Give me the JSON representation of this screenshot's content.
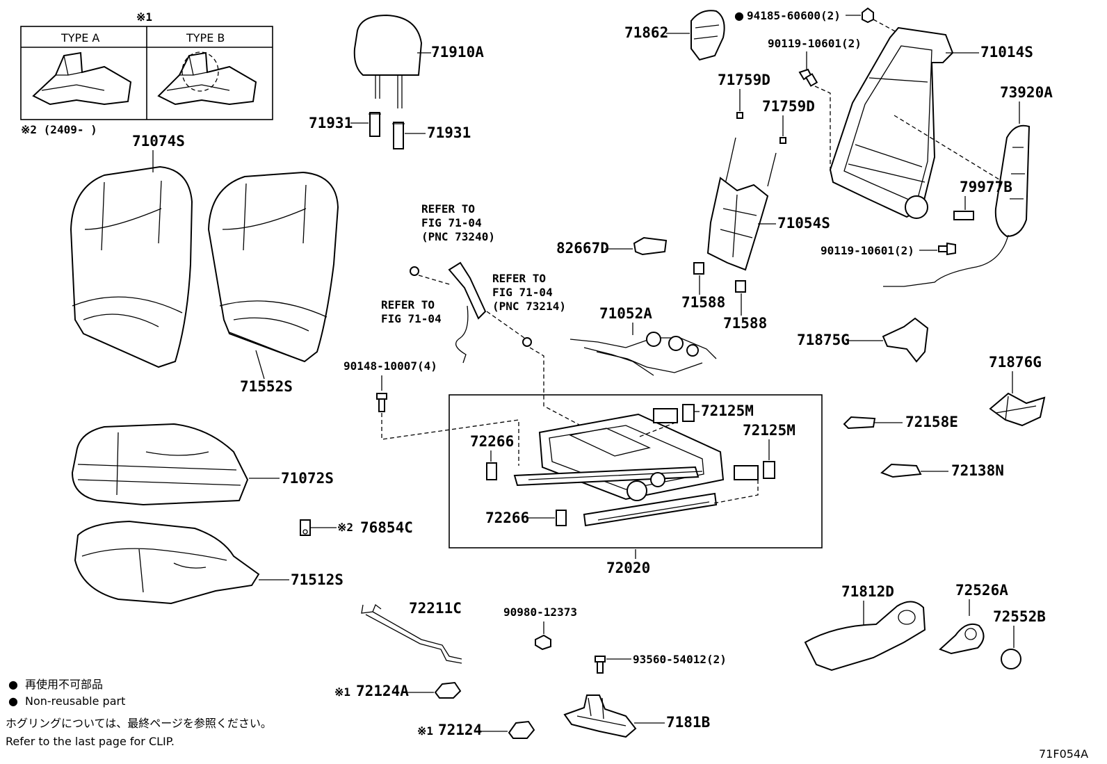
{
  "type_table": {
    "mark": "※1",
    "type_a": "TYPE A",
    "type_b": "TYPE B",
    "period": "※2 (2409-      )"
  },
  "parts": {
    "p71074S": "71074S",
    "p71552S": "71552S",
    "p71072S": "71072S",
    "p76854C": "76854C",
    "mark76854C": "※2",
    "p71512S": "71512S",
    "p72211C": "72211C",
    "p72124A": "72124A",
    "mark72124A": "※1",
    "p72124": "72124",
    "mark72124": "※1",
    "p71910A": "71910A",
    "p71931a": "71931",
    "p71931b": "71931",
    "p90148": "90148-10007(4)",
    "p72266a": "72266",
    "p72266b": "72266",
    "p72125Ma": "72125M",
    "p72125Mb": "72125M",
    "p72020": "72020",
    "p90980": "90980-12373",
    "p93560": "93560-54012(2)",
    "p7181B": "7181B",
    "p71862": "71862",
    "p94185": "94185-60600(2)",
    "p90119a": "90119-10601(2)",
    "p90119b": "90119-10601(2)",
    "p71014S": "71014S",
    "p73920A": "73920A",
    "p79977B": "79977B",
    "p71759Da": "71759D",
    "p71759Db": "71759D",
    "p71054S": "71054S",
    "p82667D": "82667D",
    "p71588a": "71588",
    "p71588b": "71588",
    "p71052A": "71052A",
    "p71875G": "71875G",
    "p71876G": "71876G",
    "p72158E": "72158E",
    "p72138N": "72138N",
    "p71812D": "71812D",
    "p72526A": "72526A",
    "p72552B": "72552B"
  },
  "refs": {
    "ref1": [
      "REFER TO",
      "FIG 71-04",
      "(PNC 73240)"
    ],
    "ref2": [
      "REFER TO",
      "FIG 71-04",
      "(PNC 73214)"
    ],
    "ref3": [
      "REFER TO",
      "FIG 71-04"
    ]
  },
  "legend": {
    "nonreuse_jp": "再使用不可部品",
    "nonreuse_en": "Non-reusable part",
    "clip_jp": "ホグリングについては、最終ページを参照ください。",
    "clip_en": "Refer to the last page for CLIP."
  },
  "figure_id": "71F054A"
}
